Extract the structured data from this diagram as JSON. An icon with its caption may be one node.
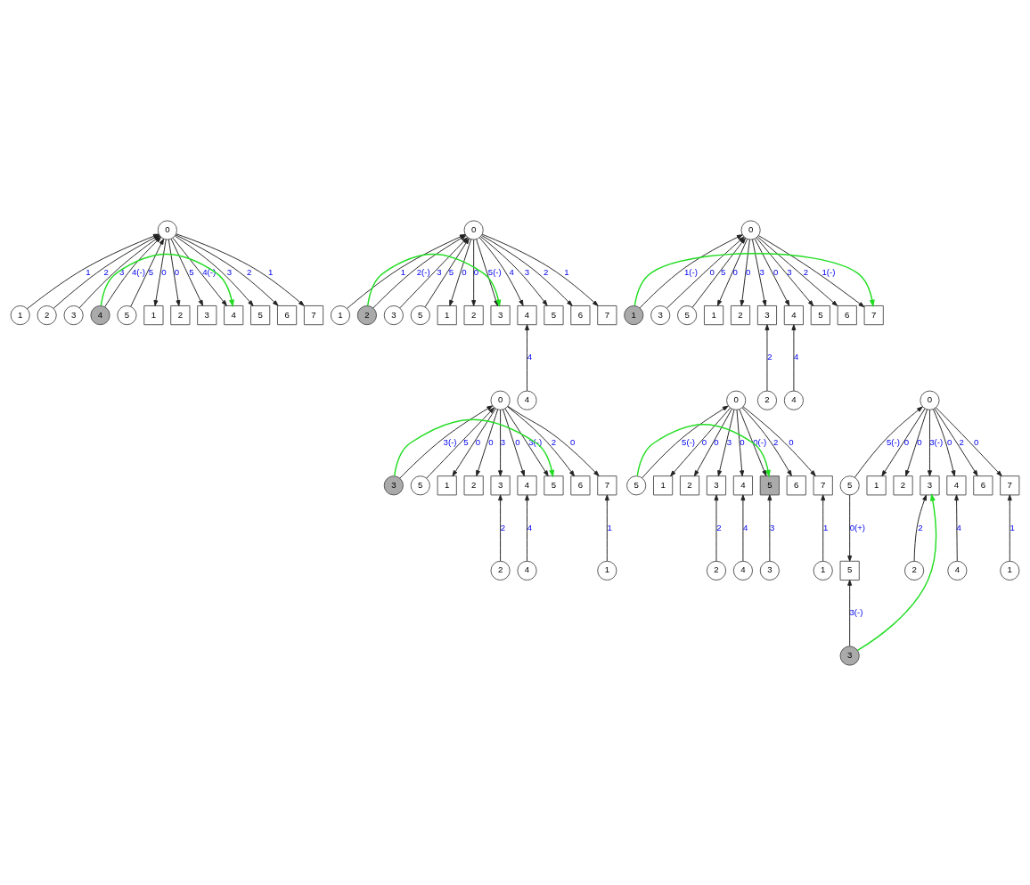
{
  "diagram": {
    "nodes": [
      {
        "text": [
          "0"
        ]
      },
      {
        "text": [
          "1"
        ]
      },
      {
        "text": [
          "2"
        ]
      },
      {
        "text": [
          "3"
        ]
      },
      {
        "text": [
          "4"
        ]
      },
      {
        "text": [
          "5"
        ]
      },
      {
        "text": [
          "1"
        ]
      },
      {
        "text": [
          "2"
        ]
      },
      {
        "text": [
          "3"
        ]
      },
      {
        "text": [
          "4"
        ]
      },
      {
        "text": [
          "5"
        ]
      },
      {
        "text": [
          "6"
        ]
      },
      {
        "text": [
          "7"
        ]
      },
      {
        "text": [
          "0"
        ]
      },
      {
        "text": [
          "1"
        ]
      },
      {
        "text": [
          "2"
        ]
      },
      {
        "text": [
          "3"
        ]
      },
      {
        "text": [
          "5"
        ]
      },
      {
        "text": [
          "1"
        ]
      },
      {
        "text": [
          "2"
        ]
      },
      {
        "text": [
          "3"
        ]
      },
      {
        "text": [
          "4"
        ]
      },
      {
        "text": [
          "5"
        ]
      },
      {
        "text": [
          "6"
        ]
      },
      {
        "text": [
          "7"
        ]
      },
      {
        "text": [
          "4"
        ]
      },
      {
        "text": [
          "0"
        ]
      },
      {
        "text": [
          "1"
        ]
      },
      {
        "text": [
          "3"
        ]
      },
      {
        "text": [
          "5"
        ]
      },
      {
        "text": [
          "1"
        ]
      },
      {
        "text": [
          "2"
        ]
      },
      {
        "text": [
          "3"
        ]
      },
      {
        "text": [
          "4"
        ]
      },
      {
        "text": [
          "5"
        ]
      },
      {
        "text": [
          "6"
        ]
      },
      {
        "text": [
          "7"
        ]
      },
      {
        "text": [
          "2"
        ]
      },
      {
        "text": [
          "4"
        ]
      },
      {
        "text": [
          "0"
        ]
      },
      {
        "text": [
          "3"
        ]
      },
      {
        "text": [
          "5"
        ]
      },
      {
        "text": [
          "1"
        ]
      },
      {
        "text": [
          "2"
        ]
      },
      {
        "text": [
          "3"
        ]
      },
      {
        "text": [
          "4"
        ]
      },
      {
        "text": [
          "5"
        ]
      },
      {
        "text": [
          "6"
        ]
      },
      {
        "text": [
          "7"
        ]
      },
      {
        "text": [
          "2"
        ]
      },
      {
        "text": [
          "4"
        ]
      },
      {
        "text": [
          "1"
        ]
      },
      {
        "text": [
          "0"
        ]
      },
      {
        "text": [
          "5"
        ]
      },
      {
        "text": [
          "1"
        ]
      },
      {
        "text": [
          "2"
        ]
      },
      {
        "text": [
          "3"
        ]
      },
      {
        "text": [
          "4"
        ]
      },
      {
        "text": [
          "5"
        ]
      },
      {
        "text": [
          "6"
        ]
      },
      {
        "text": [
          "7"
        ]
      },
      {
        "text": [
          "2"
        ]
      },
      {
        "text": [
          "4"
        ]
      },
      {
        "text": [
          "3"
        ]
      },
      {
        "text": [
          "1"
        ]
      },
      {
        "text": [
          "0"
        ]
      },
      {
        "text": [
          "5"
        ]
      },
      {
        "text": [
          "1"
        ]
      },
      {
        "text": [
          "2"
        ]
      },
      {
        "text": [
          "3"
        ]
      },
      {
        "text": [
          "4"
        ]
      },
      {
        "text": [
          "6"
        ]
      },
      {
        "text": [
          "7"
        ]
      },
      {
        "text": [
          "5"
        ]
      },
      {
        "text": [
          "2"
        ]
      },
      {
        "text": [
          "4"
        ]
      },
      {
        "text": [
          "1"
        ]
      },
      {
        "text": [
          "3"
        ]
      }
    ],
    "edges": [
      {
        "from": 1,
        "to": 0,
        "arrow": "to",
        "label": "1"
      },
      {
        "from": 2,
        "to": 0,
        "arrow": "to",
        "label": "2"
      },
      {
        "from": 3,
        "to": 0,
        "arrow": "to",
        "label": "3"
      },
      {
        "from": 4,
        "to": 0,
        "arrow": "to",
        "label": "4(-)"
      },
      {
        "from": 5,
        "to": 0,
        "arrow": "to",
        "label": "5"
      },
      {
        "from": 0,
        "to": 6,
        "arrow": "to",
        "label": "0"
      },
      {
        "from": 0,
        "to": 7,
        "arrow": "to",
        "label": "0"
      },
      {
        "from": 0,
        "to": 8,
        "arrow": "to",
        "label": "5"
      },
      {
        "from": 0,
        "to": 9,
        "arrow": "to",
        "label": "4(-)"
      },
      {
        "from": 0,
        "to": 10,
        "arrow": "to",
        "label": "3"
      },
      {
        "from": 0,
        "to": 11,
        "arrow": "to",
        "label": "2"
      },
      {
        "from": 0,
        "to": 12,
        "arrow": "to",
        "label": "1"
      },
      {
        "from": 4,
        "to": 9,
        "arrow": "to",
        "color": "#22dd22"
      },
      {
        "from": 14,
        "to": 13,
        "arrow": "to",
        "label": "1"
      },
      {
        "from": 15,
        "to": 13,
        "arrow": "to",
        "label": "2(-)"
      },
      {
        "from": 16,
        "to": 13,
        "arrow": "to",
        "label": "3"
      },
      {
        "from": 17,
        "to": 13,
        "arrow": "to",
        "label": "5"
      },
      {
        "from": 13,
        "to": 18,
        "arrow": "to",
        "label": "0"
      },
      {
        "from": 13,
        "to": 19,
        "arrow": "to",
        "label": "0"
      },
      {
        "from": 13,
        "to": 20,
        "arrow": "to",
        "label": "5(-)"
      },
      {
        "from": 13,
        "to": 21,
        "arrow": "to",
        "label": "4"
      },
      {
        "from": 13,
        "to": 22,
        "arrow": "to",
        "label": "3"
      },
      {
        "from": 13,
        "to": 23,
        "arrow": "to",
        "label": "2"
      },
      {
        "from": 13,
        "to": 24,
        "arrow": "to",
        "label": "1"
      },
      {
        "from": 25,
        "to": 21,
        "arrow": "to",
        "label": "4"
      },
      {
        "from": 15,
        "to": 20,
        "arrow": "to",
        "color": "#22dd22"
      },
      {
        "from": 27,
        "to": 26,
        "arrow": "to",
        "label": "1(-)"
      },
      {
        "from": 28,
        "to": 26,
        "arrow": "to",
        "label": "0"
      },
      {
        "from": 29,
        "to": 26,
        "arrow": "to",
        "label": "5"
      },
      {
        "from": 26,
        "to": 30,
        "arrow": "to",
        "label": "0"
      },
      {
        "from": 26,
        "to": 31,
        "arrow": "to",
        "label": "0"
      },
      {
        "from": 26,
        "to": 32,
        "arrow": "to",
        "label": "3"
      },
      {
        "from": 26,
        "to": 33,
        "arrow": "to",
        "label": "0"
      },
      {
        "from": 26,
        "to": 34,
        "arrow": "to",
        "label": "3"
      },
      {
        "from": 26,
        "to": 35,
        "arrow": "to",
        "label": "2"
      },
      {
        "from": 26,
        "to": 36,
        "arrow": "to",
        "label": "1(-)"
      },
      {
        "from": 37,
        "to": 32,
        "arrow": "to",
        "label": "2"
      },
      {
        "from": 38,
        "to": 33,
        "arrow": "to",
        "label": "4"
      },
      {
        "from": 27,
        "to": 36,
        "arrow": "to",
        "color": "#22dd22"
      },
      {
        "from": 40,
        "to": 39,
        "arrow": "to",
        "label": "3(-)"
      },
      {
        "from": 41,
        "to": 39,
        "arrow": "to",
        "label": "5"
      },
      {
        "from": 39,
        "to": 42,
        "arrow": "to",
        "label": "0"
      },
      {
        "from": 39,
        "to": 43,
        "arrow": "to",
        "label": "0"
      },
      {
        "from": 39,
        "to": 44,
        "arrow": "to",
        "label": "3"
      },
      {
        "from": 39,
        "to": 45,
        "arrow": "to",
        "label": "0"
      },
      {
        "from": 39,
        "to": 46,
        "arrow": "to",
        "label": "3(-)"
      },
      {
        "from": 39,
        "to": 47,
        "arrow": "to",
        "label": "2"
      },
      {
        "from": 39,
        "to": 48,
        "arrow": "to",
        "label": "0"
      },
      {
        "from": 49,
        "to": 44,
        "arrow": "to",
        "label": "2"
      },
      {
        "from": 50,
        "to": 45,
        "arrow": "to",
        "label": "4"
      },
      {
        "from": 51,
        "to": 48,
        "arrow": "to",
        "label": "1"
      },
      {
        "from": 40,
        "to": 46,
        "arrow": "to",
        "color": "#22dd22"
      },
      {
        "from": 53,
        "to": 52,
        "arrow": "to",
        "label": "5(-)"
      },
      {
        "from": 52,
        "to": 54,
        "arrow": "to",
        "label": "0"
      },
      {
        "from": 52,
        "to": 55,
        "arrow": "to",
        "label": "0"
      },
      {
        "from": 52,
        "to": 56,
        "arrow": "to",
        "label": "3"
      },
      {
        "from": 52,
        "to": 57,
        "arrow": "to",
        "label": "0"
      },
      {
        "from": 52,
        "to": 58,
        "arrow": "to",
        "label": "0(-)"
      },
      {
        "from": 52,
        "to": 59,
        "arrow": "to",
        "label": "2"
      },
      {
        "from": 52,
        "to": 60,
        "arrow": "to",
        "label": "0"
      },
      {
        "from": 61,
        "to": 56,
        "arrow": "to",
        "label": "2"
      },
      {
        "from": 62,
        "to": 57,
        "arrow": "to",
        "label": "4"
      },
      {
        "from": 63,
        "to": 58,
        "arrow": "to",
        "label": "3"
      },
      {
        "from": 64,
        "to": 60,
        "arrow": "to",
        "label": "1"
      },
      {
        "from": 53,
        "to": 58,
        "arrow": "to",
        "color": "#22dd22"
      },
      {
        "from": 66,
        "to": 65,
        "arrow": "to",
        "label": "5(-)"
      },
      {
        "from": 65,
        "to": 67,
        "arrow": "to",
        "label": "0"
      },
      {
        "from": 65,
        "to": 68,
        "arrow": "to",
        "label": "0"
      },
      {
        "from": 65,
        "to": 69,
        "arrow": "to",
        "label": "3(-)"
      },
      {
        "from": 65,
        "to": 70,
        "arrow": "to",
        "label": "0"
      },
      {
        "from": 65,
        "to": 71,
        "arrow": "to",
        "label": "2"
      },
      {
        "from": 65,
        "to": 72,
        "arrow": "to",
        "label": "0"
      },
      {
        "from": 66,
        "to": 73,
        "arrow": "to",
        "label": "0(+)"
      },
      {
        "from": 74,
        "to": 69,
        "arrow": "to",
        "label": "2"
      },
      {
        "from": 75,
        "to": 70,
        "arrow": "to",
        "label": "4"
      },
      {
        "from": 76,
        "to": 72,
        "arrow": "to",
        "label": "1"
      },
      {
        "from": 77,
        "to": 73,
        "arrow": "to",
        "label": "3(-)"
      },
      {
        "from": 77,
        "to": 69,
        "arrow": "to",
        "color": "#22dd22"
      }
    ]
  }
}
